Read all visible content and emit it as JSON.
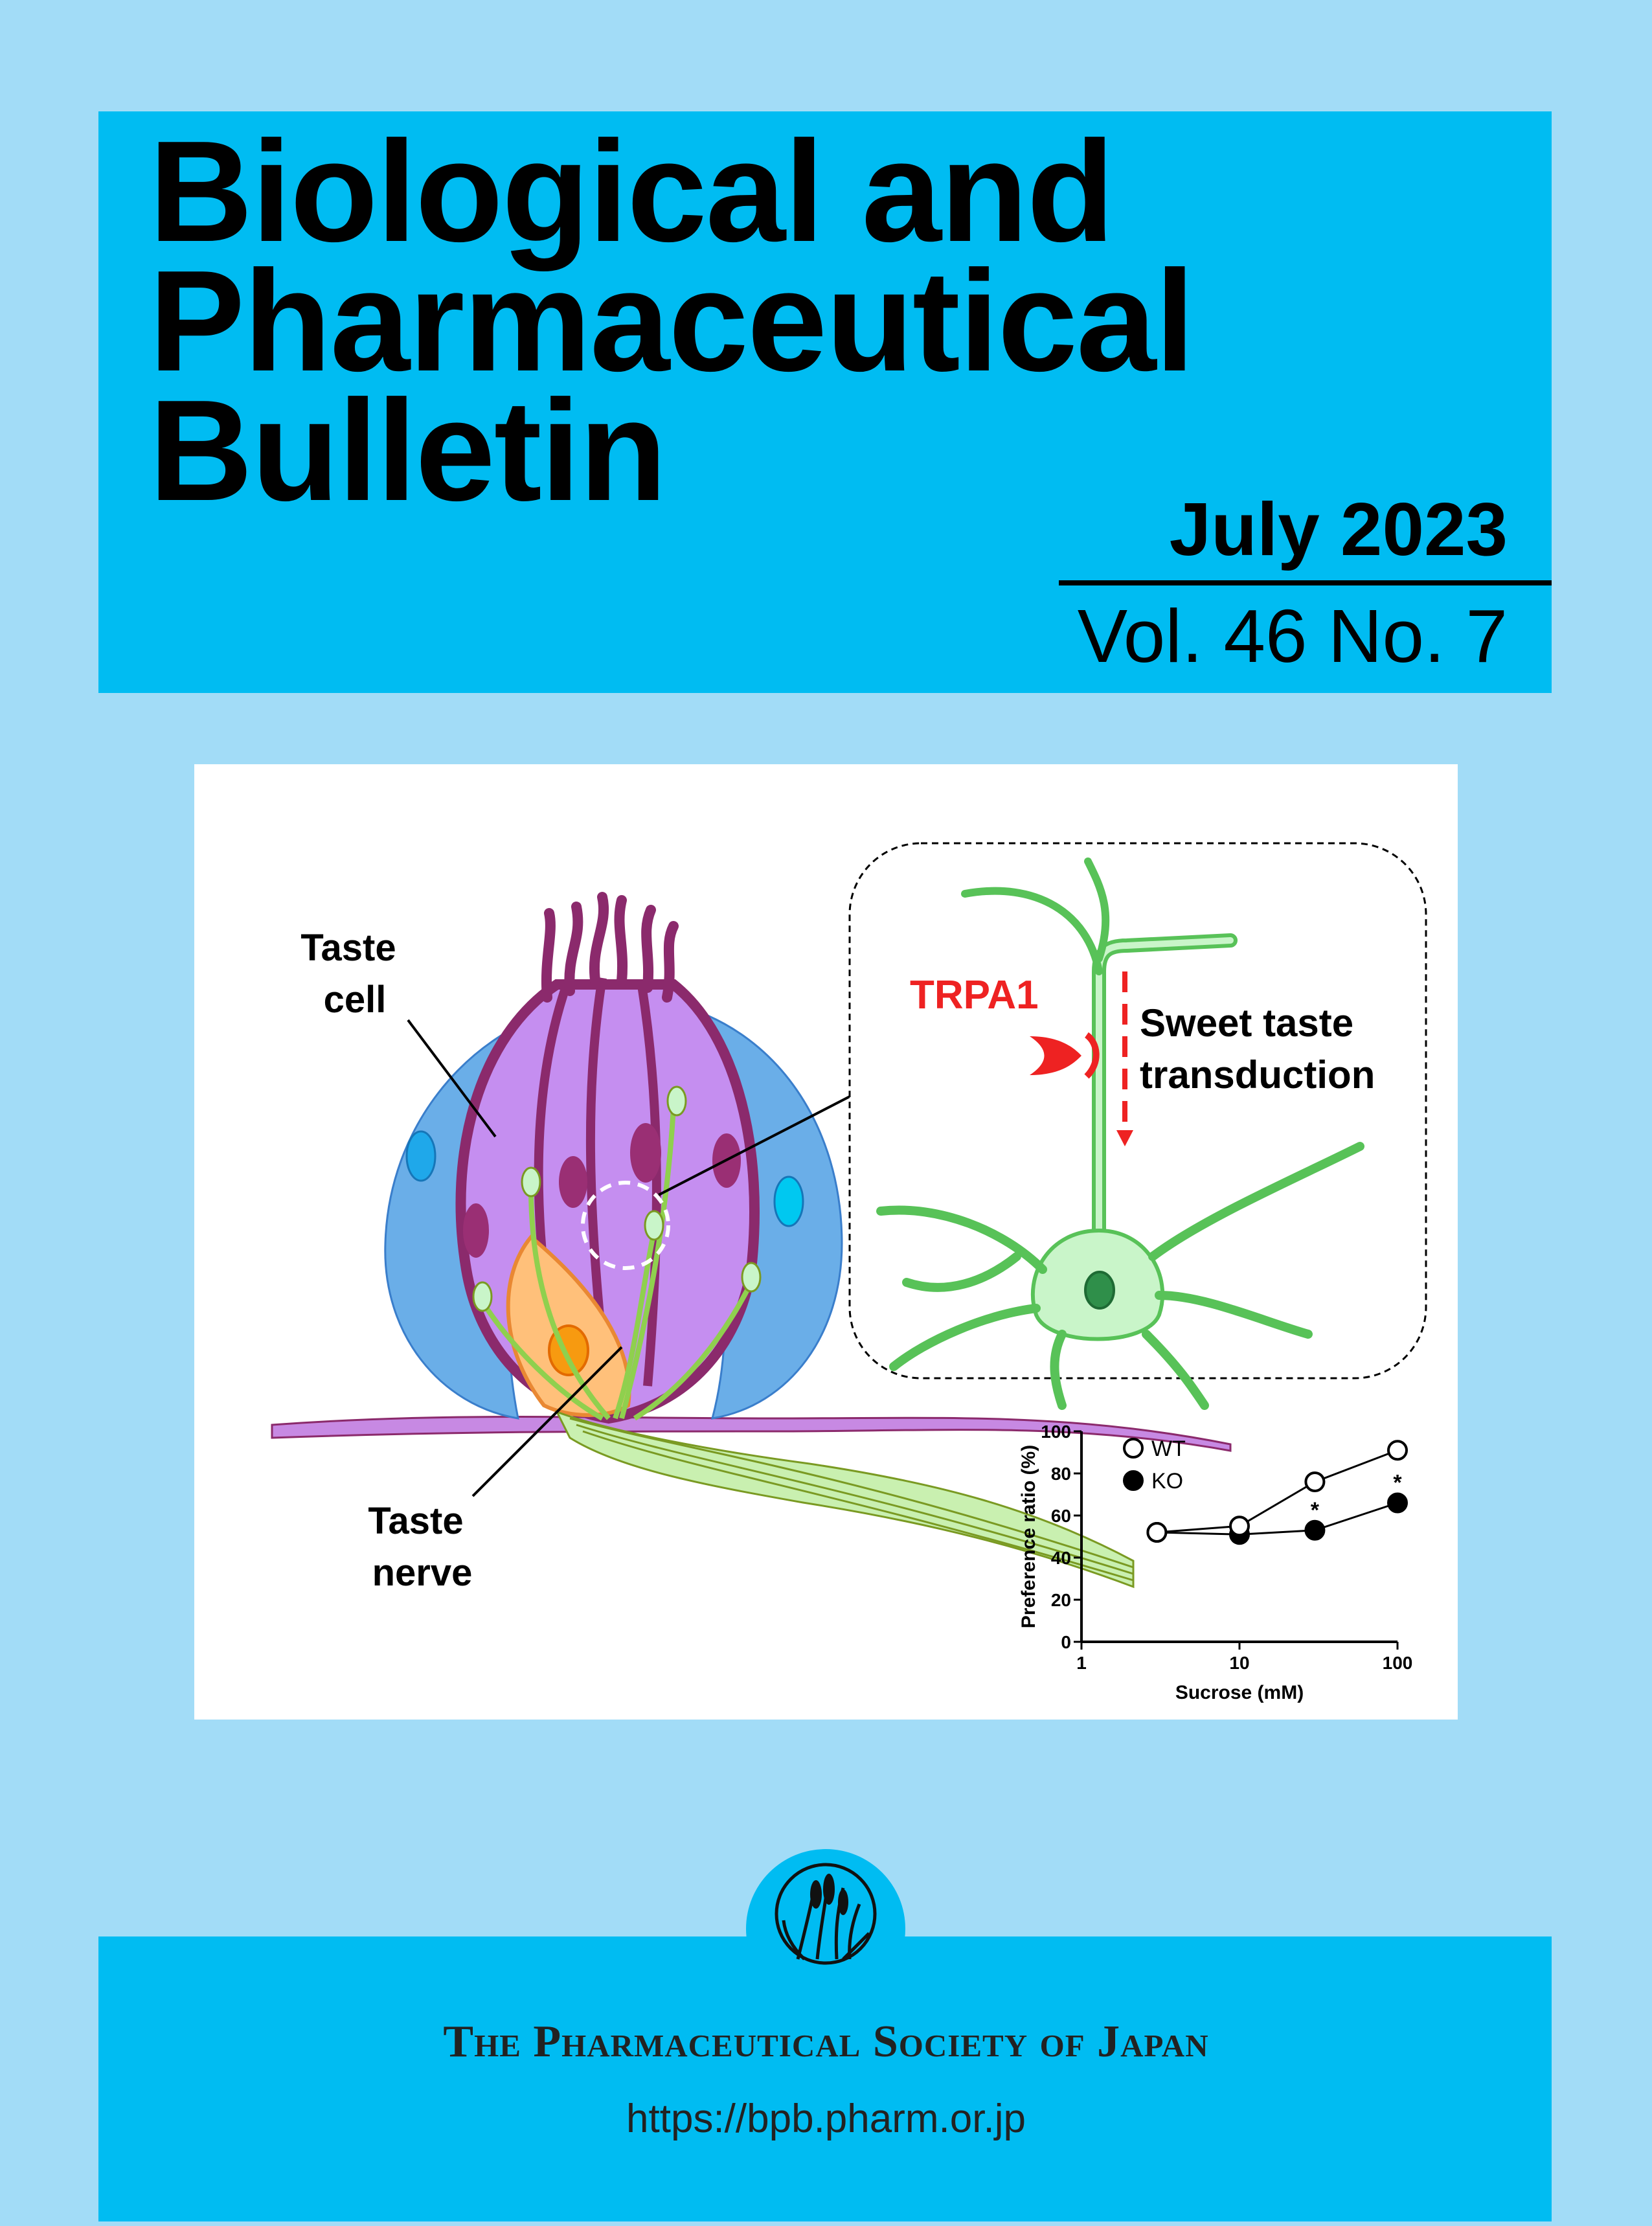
{
  "journal": {
    "title_lines": [
      "Biological and",
      "Pharmaceutical",
      "Bulletin"
    ],
    "date": "July 2023",
    "volume": "Vol. 46 No. 7"
  },
  "figure": {
    "labels": {
      "taste_cell_1": "Taste",
      "taste_cell_2": "cell",
      "taste_nerve_1": "Taste",
      "taste_nerve_2": "nerve",
      "trpa1": "TRPA1",
      "transduction_1": "Sweet taste",
      "transduction_2": "transduction"
    },
    "colors": {
      "outer_cells": "#6aaee8",
      "taste_cell": "#c58ef0",
      "taste_cell_border": "#8b2a6c",
      "nucleus": "#9a2f74",
      "highlight_cell": "#ffc07a",
      "nerve": "#c9f0b0",
      "neuron": "#c9f5c9",
      "neuron_stroke": "#58c258",
      "trpa1": "#ee2222"
    }
  },
  "chart_data": {
    "type": "scatter",
    "xlabel": "Sucrose (mM)",
    "ylabel": "Preference ratio (%)",
    "xscale": "log",
    "xlim": [
      1,
      100
    ],
    "ylim": [
      0,
      100
    ],
    "xticks": [
      1,
      10,
      100
    ],
    "yticks": [
      0,
      20,
      40,
      60,
      80,
      100
    ],
    "legend_position": "top-left",
    "series": [
      {
        "name": "WT",
        "marker": "open-circle",
        "x": [
          3,
          10,
          30,
          100
        ],
        "y": [
          52,
          55,
          76,
          91
        ]
      },
      {
        "name": "KO",
        "marker": "filled-circle",
        "x": [
          3,
          10,
          30,
          100
        ],
        "y": [
          52,
          51,
          53,
          66
        ]
      }
    ],
    "annotations": [
      {
        "text": "*",
        "x": 30,
        "y": 53
      },
      {
        "text": "*",
        "x": 100,
        "y": 66
      }
    ]
  },
  "publisher": {
    "name": "The Pharmaceutical Society of Japan",
    "url": "https://bpb.pharm.or.jp"
  }
}
